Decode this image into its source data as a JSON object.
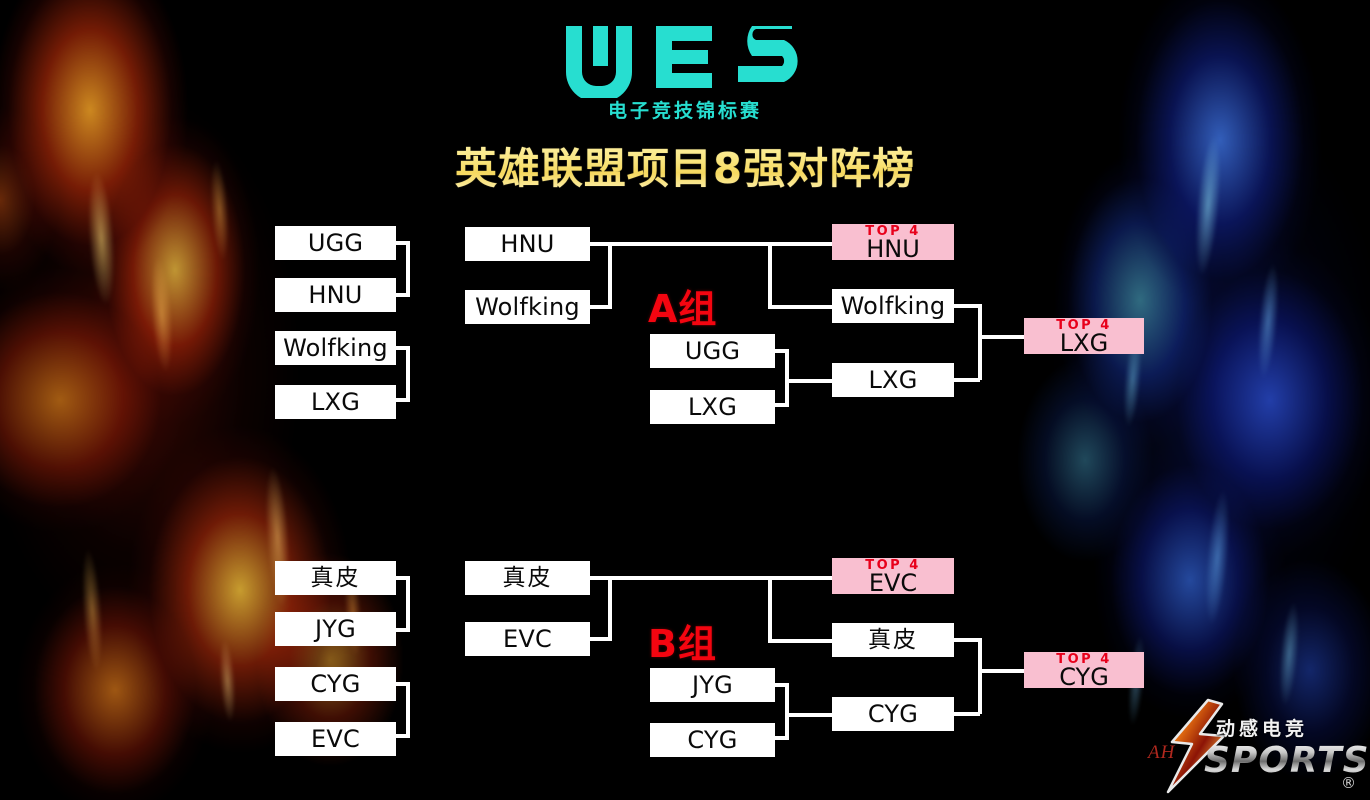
{
  "header": {
    "logo_text": "WES",
    "logo_icon": "wes-wordmark",
    "subtitle": "电子竞技锦标赛",
    "title": "英雄联盟项目8强对阵榜",
    "logo_color": "#27ded0",
    "title_color": "#f0cf4e"
  },
  "groups": {
    "a_label": "A组",
    "b_label": "B组"
  },
  "top4_label": "TOP 4",
  "colors": {
    "team_box_bg": "#ffffff",
    "team_box_text": "#0a0a0a",
    "top4_bg": "#f9bfd0",
    "top4_label_text": "#e8001b",
    "group_label": "#f40510",
    "connector": "#ffffff",
    "background": "#000000"
  },
  "bracket": {
    "group_a": {
      "round1": [
        {
          "top": "UGG",
          "bottom": "HNU"
        },
        {
          "top": "Wolfking",
          "bottom": "LXG"
        }
      ],
      "round2": [
        {
          "top": "HNU",
          "bottom": "Wolfking"
        },
        {
          "top": "UGG",
          "bottom": "LXG"
        }
      ],
      "round3": [
        {
          "team": "HNU",
          "top4": true
        },
        {
          "team": "Wolfking",
          "top4": false
        },
        {
          "team": "LXG",
          "top4": false
        }
      ],
      "final": {
        "team": "LXG",
        "top4": true
      }
    },
    "group_b": {
      "round1": [
        {
          "top": "真皮",
          "bottom": "JYG"
        },
        {
          "top": "CYG",
          "bottom": "EVC"
        }
      ],
      "round2": [
        {
          "top": "真皮",
          "bottom": "EVC"
        },
        {
          "top": "JYG",
          "bottom": "CYG"
        }
      ],
      "round3": [
        {
          "team": "EVC",
          "top4": true
        },
        {
          "team": "真皮",
          "top4": false
        },
        {
          "team": "CYG",
          "top4": false
        }
      ],
      "final": {
        "team": "CYG",
        "top4": true
      }
    }
  },
  "sponsor": {
    "initials": "AH",
    "cn_name": "动感电竞",
    "en_name": "SPORTS",
    "registered_mark": "®"
  }
}
